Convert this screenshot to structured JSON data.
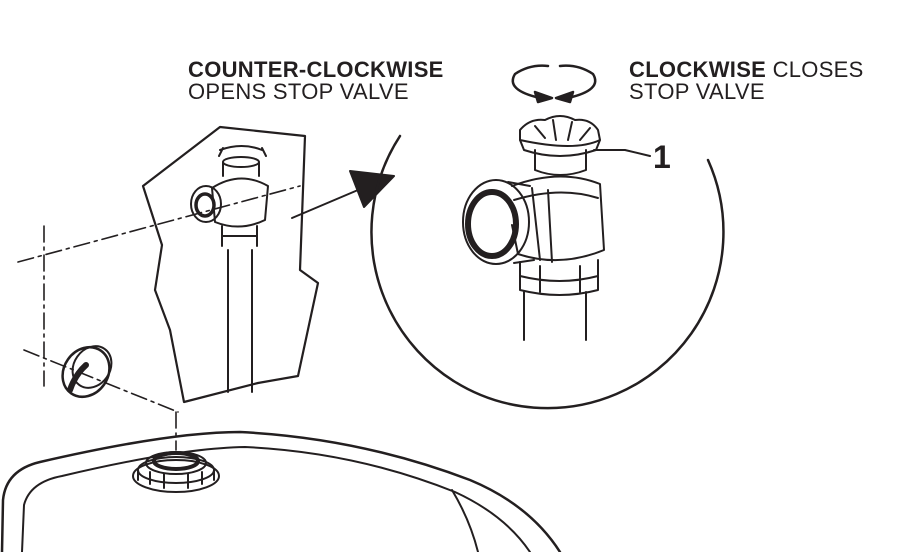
{
  "instructions": {
    "counter_clockwise_bold": "COUNTER-CLOCKWISE",
    "counter_clockwise_rest": "OPENS STOP VALVE",
    "clockwise_bold": "CLOCKWISE",
    "clockwise_rest": "CLOSES",
    "clockwise_line2": "STOP VALVE"
  },
  "callout": {
    "number": "1"
  },
  "colors": {
    "ink": "#231f20",
    "paper": "#ffffff"
  }
}
